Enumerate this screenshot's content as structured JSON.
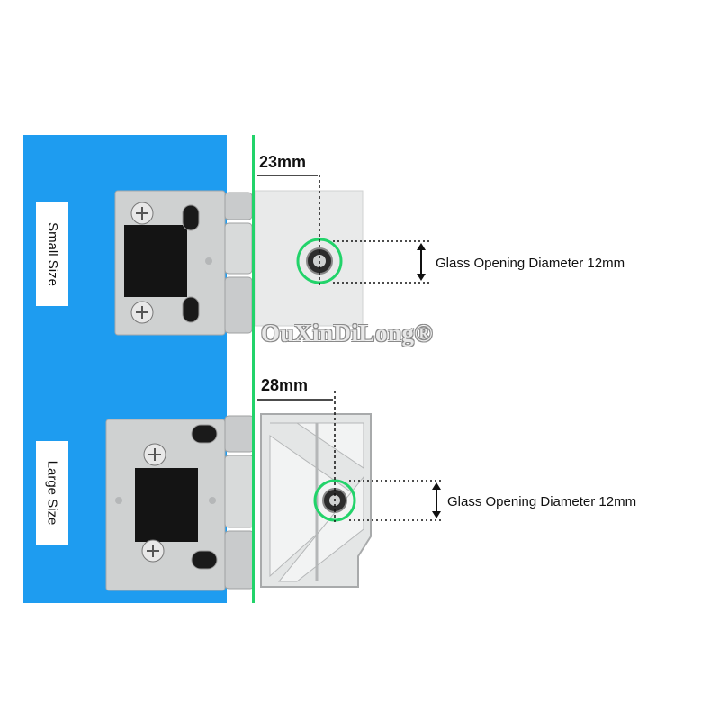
{
  "labels": {
    "small_size": "Small Size",
    "large_size": "Large Size"
  },
  "dimensions": {
    "small_width": "23mm",
    "large_width": "28mm"
  },
  "glass_opening": {
    "small": "Glass Opening Diameter 12mm",
    "large": "Glass Opening Diameter 12mm"
  },
  "watermark": "OuXinDiLong®",
  "colors": {
    "wall": "#1e9cf0",
    "glass_line": "#22d36a",
    "metal": "#cfd1d1",
    "rubber_pad": "#141414",
    "label_bg": "#ffffff"
  }
}
